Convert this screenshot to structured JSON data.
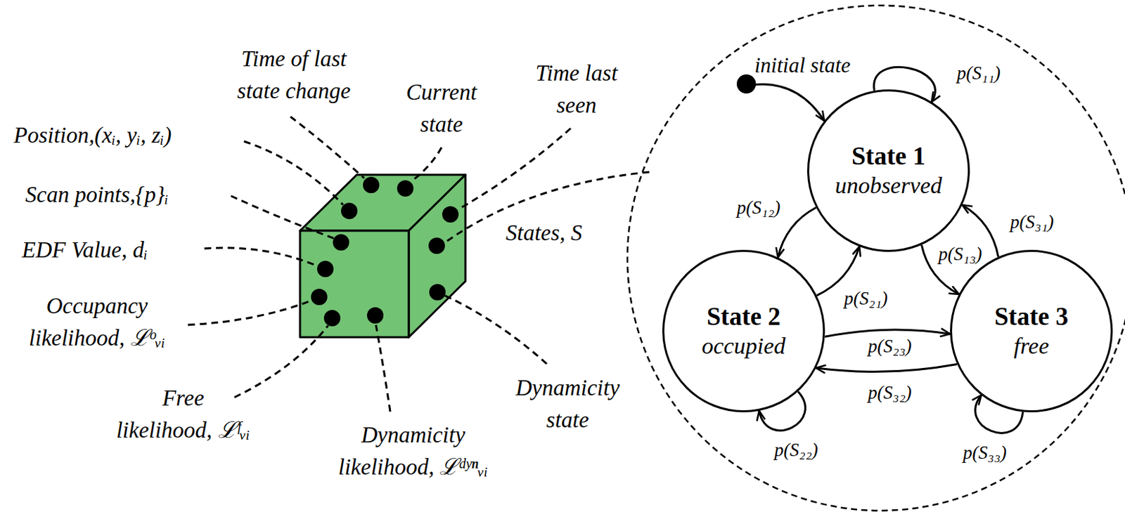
{
  "diagram": {
    "nodes": [
      {
        "text": [
          "State 1",
          "unobserved"
        ]
      },
      {
        "text": [
          "State 2",
          "occupied"
        ]
      },
      {
        "text": [
          "State 3",
          "free"
        ]
      }
    ],
    "edges": [
      {
        "from": 0,
        "to": 0,
        "arrow": "to",
        "label": "p(S₁₁)"
      },
      {
        "from": 0,
        "to": 1,
        "arrow": "to",
        "label": "p(S₁₂)"
      },
      {
        "from": 1,
        "to": 0,
        "arrow": "to",
        "label": "p(S₂₁)"
      },
      {
        "from": 0,
        "to": 2,
        "arrow": "to",
        "label": "p(S₁₃)"
      },
      {
        "from": 2,
        "to": 0,
        "arrow": "to",
        "label": "p(S₃₁)"
      },
      {
        "from": 1,
        "to": 2,
        "arrow": "to",
        "label": "p(S₂₃)"
      },
      {
        "from": 2,
        "to": 1,
        "arrow": "to",
        "label": "p(S₃₂)"
      },
      {
        "from": 1,
        "to": 1,
        "arrow": "to",
        "label": "p(S₂₂)"
      },
      {
        "from": 2,
        "to": 2,
        "arrow": "to",
        "label": "p(S₃₃)"
      }
    ],
    "labels": [
      "Time of last state change",
      "Current state",
      "Time last seen",
      "Position,(xᵢ, yᵢ, zᵢ)",
      "Scan points,{p}ᵢ",
      "EDF Value, dᵢ",
      "Occupancy likelihood, ℒᵒᵥᵢ",
      "Free likelihood, ℒᶠᵥᵢ",
      "Dynamicity likelihood, ℒᵈʸⁿᵥᵢ",
      "Dynamicity state",
      "States, S",
      "initial state"
    ]
  }
}
